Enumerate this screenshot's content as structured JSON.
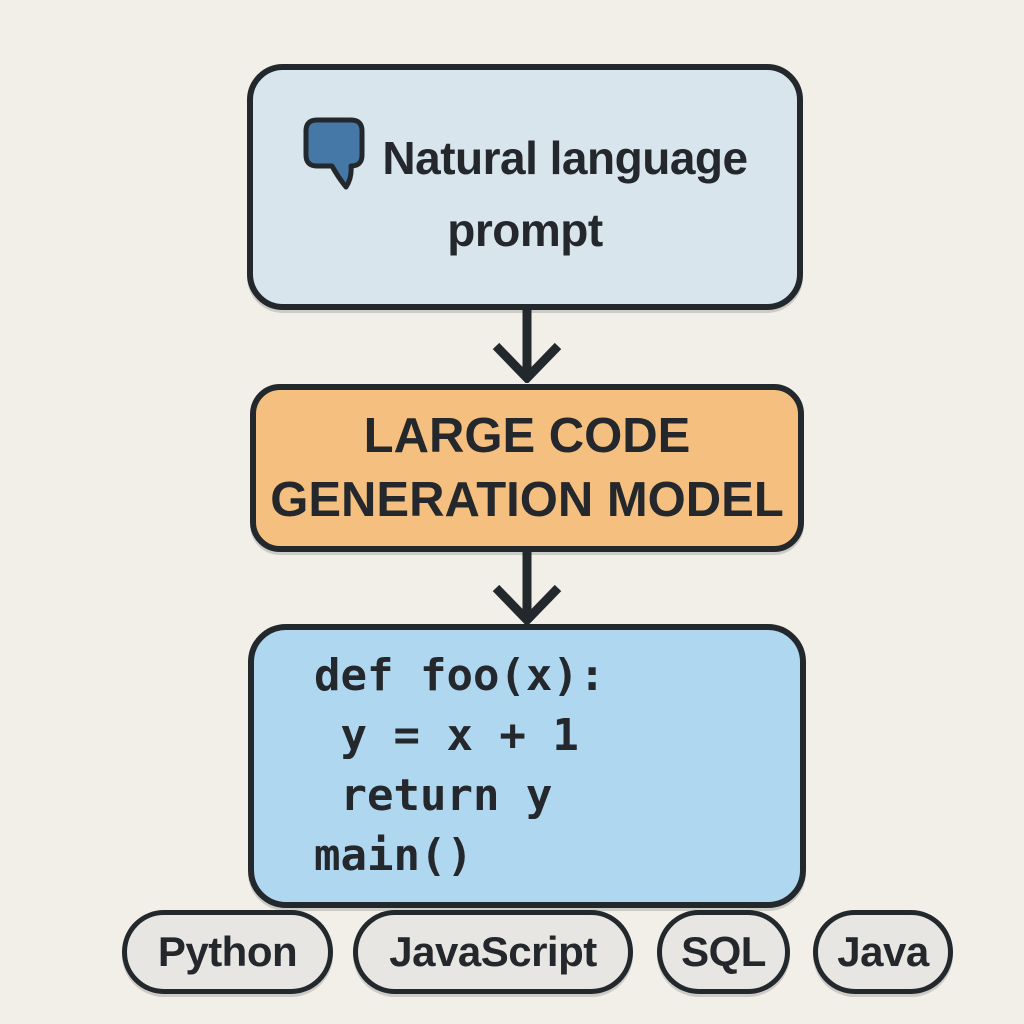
{
  "colors": {
    "background": "#f2efe8",
    "border": "#23282d",
    "text": "#24282c",
    "prompt_box_fill": "#d8e5ed",
    "model_box_fill": "#f5c07f",
    "code_box_fill": "#afd8f0",
    "pill_fill": "#e7e6e3",
    "speech_icon_fill": "#4578a6"
  },
  "diagram": {
    "prompt_box": {
      "icon": "speech-bubble-icon",
      "line1": "Natural language",
      "line2": "prompt"
    },
    "model_box": {
      "line1": "LARGE CODE",
      "line2": "GENERATION MODEL"
    },
    "code_box": {
      "lines": [
        "def foo(x):",
        " y = x + 1",
        " return y",
        "main()"
      ]
    },
    "language_pills": [
      "Python",
      "JavaScript",
      "SQL",
      "Java"
    ]
  }
}
